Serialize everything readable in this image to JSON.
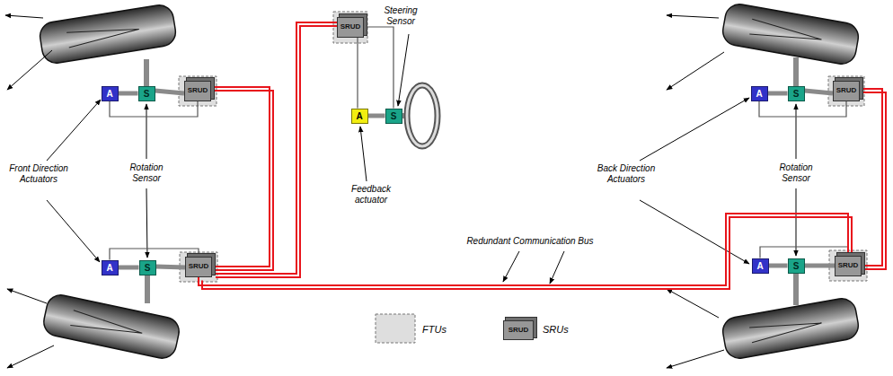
{
  "diagram": {
    "nodes": [
      {
        "text": [
          "SRUD"
        ]
      },
      {
        "text": [
          "A"
        ]
      },
      {
        "text": [
          "S"
        ]
      },
      {
        "text": [
          "SRUD"
        ]
      },
      {
        "text": [
          "A"
        ]
      },
      {
        "text": [
          "S"
        ]
      },
      {
        "text": [
          "SRUD"
        ]
      },
      {
        "text": [
          "A"
        ]
      },
      {
        "text": [
          "S"
        ]
      },
      {
        "text": [
          "A"
        ]
      },
      {
        "text": [
          "S"
        ]
      },
      {
        "text": [
          "SRUD"
        ]
      },
      {
        "text": [
          "A"
        ]
      },
      {
        "text": [
          "S"
        ]
      },
      {
        "text": [
          "SRUD"
        ]
      }
    ],
    "edges": [
      {
        "from": 1,
        "to": 2,
        "arrow": "none"
      },
      {
        "from": 2,
        "to": 3,
        "arrow": "none"
      },
      {
        "from": 3,
        "to": 1,
        "arrow": "none"
      },
      {
        "from": 4,
        "to": 5,
        "arrow": "none"
      },
      {
        "from": 5,
        "to": 6,
        "arrow": "none"
      },
      {
        "from": 6,
        "to": 4,
        "arrow": "none"
      },
      {
        "from": 7,
        "to": 8,
        "arrow": "none"
      },
      {
        "from": 0,
        "to": 7,
        "arrow": "none"
      },
      {
        "from": 0,
        "to": 8,
        "arrow": "none"
      },
      {
        "from": 9,
        "to": 10,
        "arrow": "none"
      },
      {
        "from": 10,
        "to": 11,
        "arrow": "none"
      },
      {
        "from": 11,
        "to": 9,
        "arrow": "none"
      },
      {
        "from": 12,
        "to": 13,
        "arrow": "none"
      },
      {
        "from": 13,
        "to": 14,
        "arrow": "none"
      },
      {
        "from": 14,
        "to": 12,
        "arrow": "none"
      },
      {
        "from": 3,
        "to": 11,
        "arrow": "none"
      },
      {
        "from": 0,
        "to": 11,
        "arrow": "none"
      },
      {
        "from": 11,
        "to": 14,
        "arrow": "none"
      },
      {
        "from": 6,
        "to": 14,
        "arrow": "none"
      }
    ],
    "labels": [
      "Steering Sensor",
      "Front Direction Actuators",
      "Rotation Sensor",
      "Feedback actuator",
      "Back Direction Actuators",
      "Rotation Sensor",
      "Redundant Communication Bus",
      "SRUD"
    ],
    "legend": [
      {
        "text": "FTUs"
      },
      {
        "text": "SRUs"
      }
    ]
  }
}
